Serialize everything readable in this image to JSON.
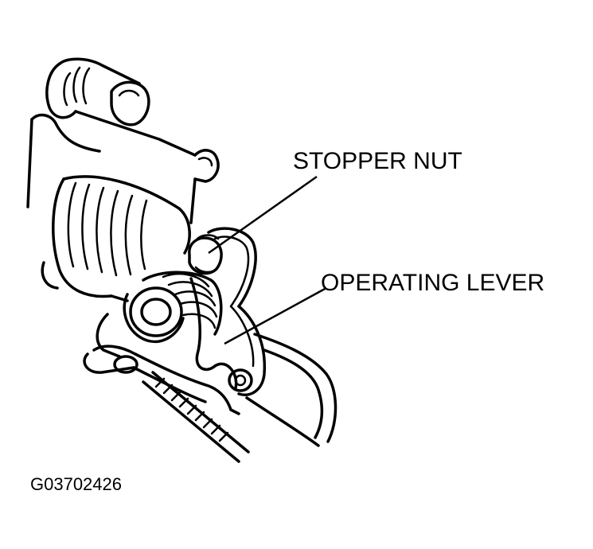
{
  "labels": {
    "stopper_nut": "STOPPER NUT",
    "operating_lever": "OPERATING LEVER"
  },
  "figure_id": "G03702426",
  "colors": {
    "ink": "#000000",
    "background": "#ffffff"
  }
}
